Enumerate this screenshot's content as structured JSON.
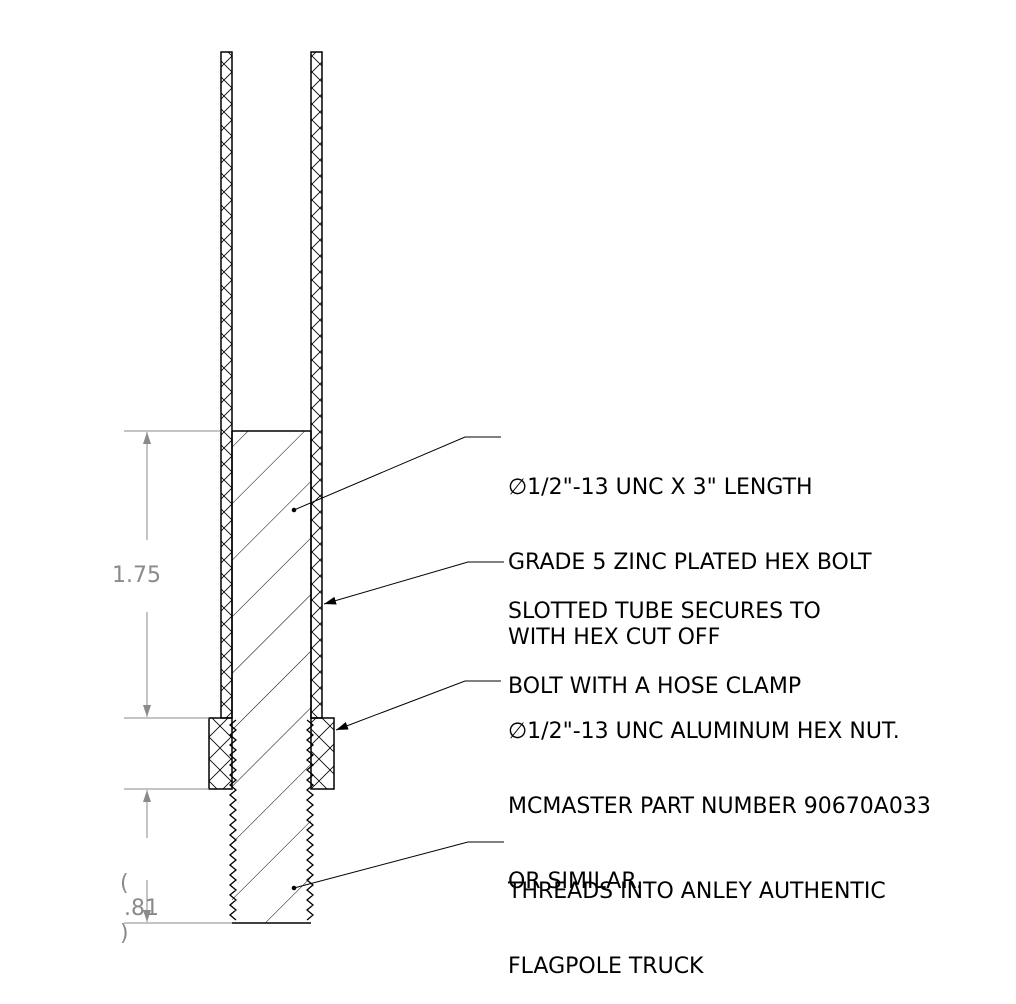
{
  "dimensions": {
    "bolt_inside_tube": "1.75",
    "thread_extension": ".81",
    "thread_extension_open_paren": "(",
    "thread_extension_close_paren": ")"
  },
  "callouts": {
    "bolt": {
      "symbol": "∅",
      "line1": "1/2\"-13 UNC X 3\" LENGTH",
      "line2": "GRADE 5 ZINC PLATED HEX BOLT",
      "line3": "WITH HEX CUT OFF"
    },
    "tube": {
      "line1": "SLOTTED TUBE SECURES TO",
      "line2": "BOLT WITH A HOSE CLAMP"
    },
    "nut": {
      "symbol": "∅",
      "line1": "1/2\"-13 UNC ALUMINUM HEX NUT.",
      "line2": "MCMASTER PART NUMBER 90670A033",
      "line3": "OR SIMILAR."
    },
    "threads": {
      "line1": "THREADS INTO ANLEY AUTHENTIC",
      "line2": "FLAGPOLE TRUCK"
    }
  },
  "colors": {
    "line": "#000000",
    "dimension": "#8a8a8a"
  }
}
